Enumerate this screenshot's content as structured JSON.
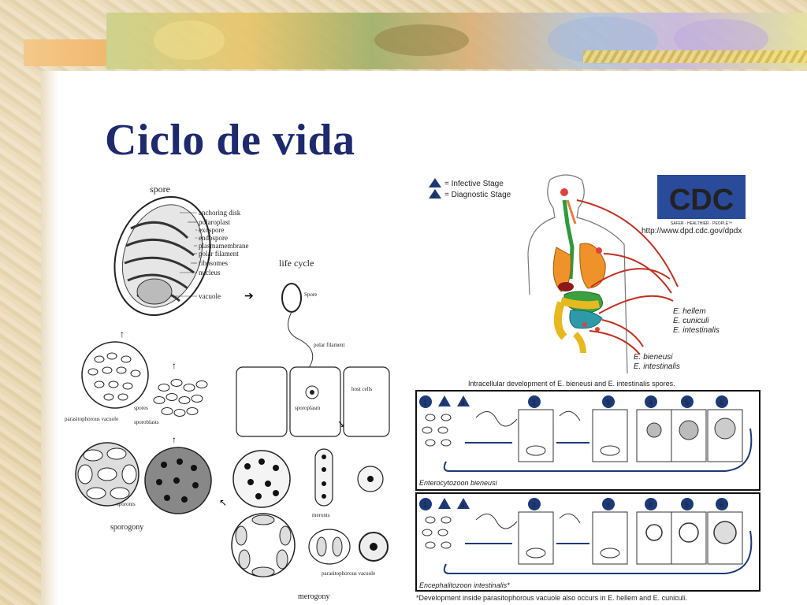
{
  "slide": {
    "title": "Ciclo de vida"
  },
  "left_diagram": {
    "spore_heading": "spore",
    "spore_parts": [
      "anchoring disk",
      "polaroplast",
      "exospore",
      "endospore",
      "plasmamembrane",
      "polar filament",
      "ribosomes",
      "nucleus",
      "vacuole"
    ],
    "life_cycle": "life cycle",
    "spore": "Spore",
    "polar_filament": "polar filament",
    "host_cells": "host cells",
    "sporoplasm": "sporoplasm",
    "parasitophorous_vacuole": "parasitophorous vacuole",
    "spores": "spores",
    "sporoblasts": "sporoblasts",
    "sporonts": "sporonts",
    "sporogony": "sporogony",
    "meronts": "meronts",
    "merogony": "merogony",
    "parasitophorous_vacuole_2": "parasitophorous vacuole"
  },
  "cdc_diagram": {
    "legend_infective": "= Infective Stage",
    "legend_diagnostic": "= Diagnostic Stage",
    "legend_i": "i",
    "legend_d": "d",
    "logo": "CDC",
    "logo_tagline": "SAFER · HEALTHIER · PEOPLE™",
    "url": "http://www.dpd.cdc.gov/dpdx",
    "species_group1": [
      "E. hellem",
      "E. cuniculi",
      "E. intestinalis"
    ],
    "species_group2": [
      "E. bieneusi",
      "E. intestinalis"
    ],
    "caption": "Intracellular development of E. bieneusi and E. intestinalis spores.",
    "panel1_label": "Enterocytozoon bieneusi",
    "panel2_label": "Encephalitozoon intestinalis*",
    "footnote": "*Development inside parasitophorous vacuole also occurs in E. hellem and E. cuniculi.",
    "steps": [
      "1",
      "i",
      "d",
      "2",
      "3",
      "4",
      "5",
      "6"
    ]
  }
}
